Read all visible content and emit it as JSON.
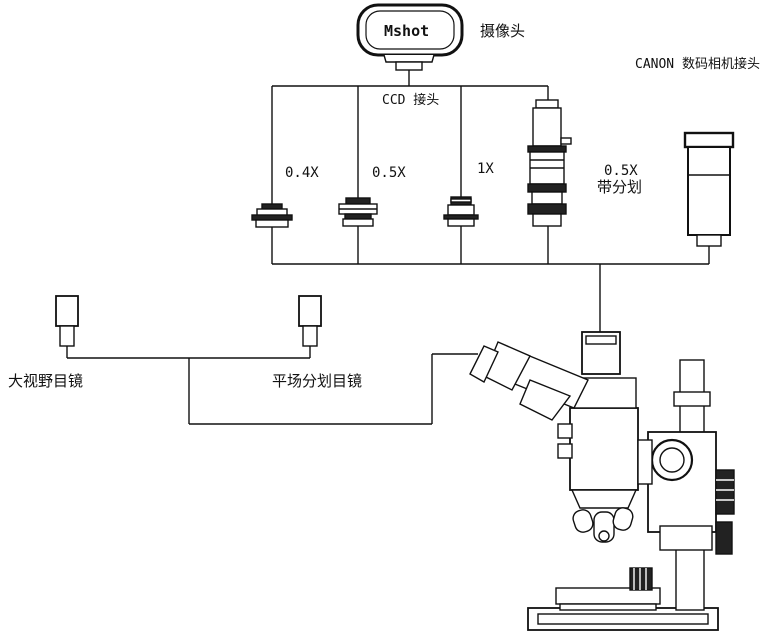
{
  "labels": {
    "camera_brand": "Mshot",
    "camera": "摄像头",
    "canon_adapter": "CANON 数码相机接头",
    "ccd_adapter": "CCD 接头",
    "mag_04x": "0.4X",
    "mag_05x": "0.5X",
    "mag_1x": "1X",
    "mag_05x_reticle_value": "0.5X",
    "mag_05x_reticle_note": "带分划",
    "wide_eyepiece": "大视野目镜",
    "flatfield_reticle_eyepiece": "平场分划目镜"
  },
  "colors": {
    "line": "#111111",
    "fill": "#ffffff",
    "dark": "#222222"
  }
}
